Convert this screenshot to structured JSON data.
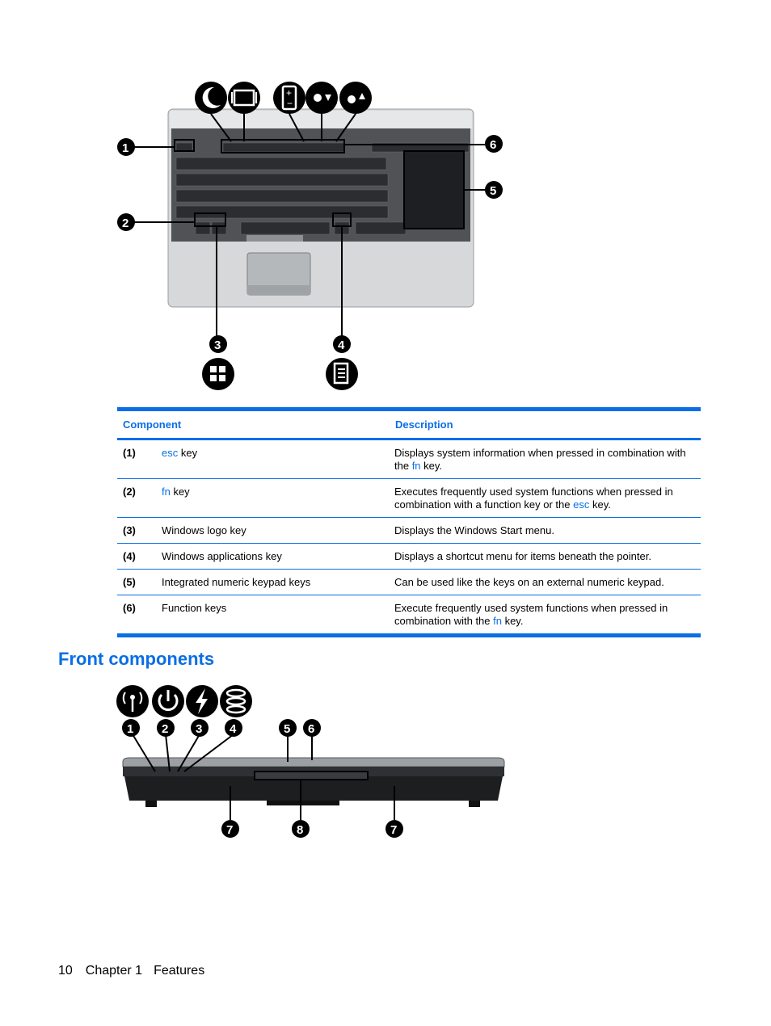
{
  "table": {
    "header": {
      "component": "Component",
      "description": "Description"
    },
    "rows": [
      {
        "num": "(1)",
        "comp_key": "esc",
        "comp_rest": " key",
        "desc_a": "Displays system information when pressed in combination with the ",
        "desc_key": "fn",
        "desc_b": " key."
      },
      {
        "num": "(2)",
        "comp_key": "fn",
        "comp_rest": " key",
        "desc_a": "Executes frequently used system functions when pressed in combination with a function key or the ",
        "desc_key": "esc",
        "desc_b": " key."
      },
      {
        "num": "(3)",
        "comp": "Windows logo key",
        "desc": "Displays the Windows Start menu."
      },
      {
        "num": "(4)",
        "comp": "Windows applications key",
        "desc": "Displays a shortcut menu for items beneath the pointer."
      },
      {
        "num": "(5)",
        "comp": "Integrated numeric keypad keys",
        "desc": "Can be used like the keys on an external numeric keypad."
      },
      {
        "num": "(6)",
        "comp": "Function keys",
        "desc_a": "Execute frequently used system functions when pressed in combination with the ",
        "desc_key": "fn",
        "desc_b": " key."
      }
    ]
  },
  "section_title": "Front components",
  "keyboard_figure": {
    "callouts": [
      "1",
      "2",
      "3",
      "4",
      "5",
      "6"
    ],
    "icons": [
      "sleep-icon",
      "display-switch-icon",
      "battery-icon",
      "brightness-down-icon",
      "brightness-up-icon",
      "windows-logo-icon",
      "applications-icon"
    ]
  },
  "front_figure": {
    "callouts": [
      "1",
      "2",
      "3",
      "4",
      "5",
      "6",
      "7",
      "8",
      "7"
    ],
    "icons": [
      "wireless-icon",
      "power-icon",
      "battery-charge-icon",
      "drive-icon"
    ]
  },
  "footer": {
    "page": "10",
    "chapter": "Chapter 1",
    "title": "Features"
  },
  "colors": {
    "accent": "#0a6ee6"
  }
}
